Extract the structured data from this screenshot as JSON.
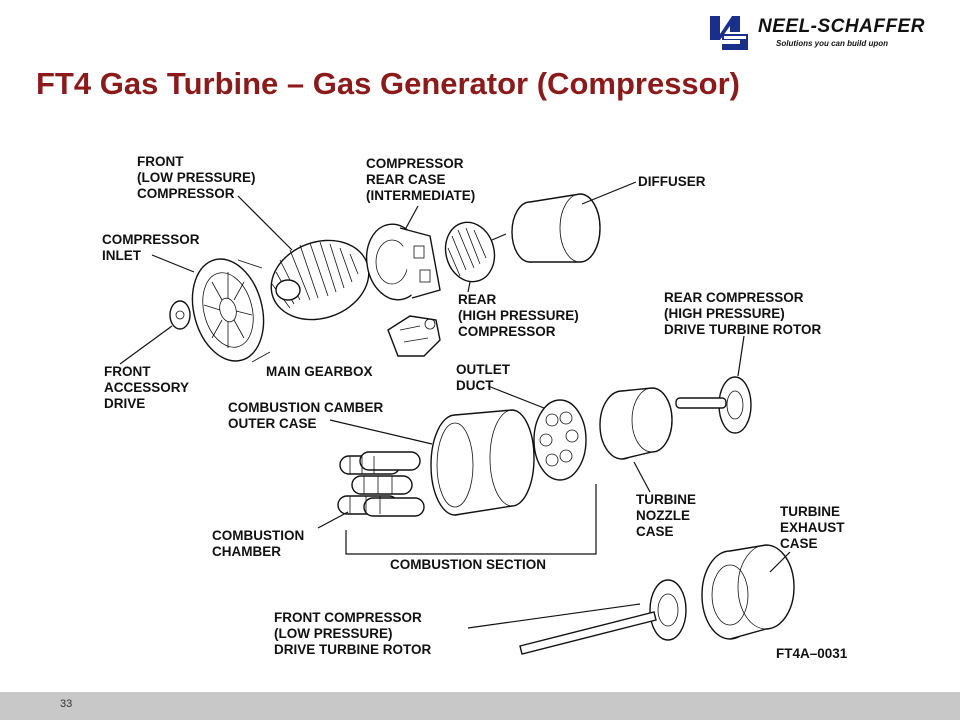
{
  "header": {
    "logo_name": "NEEL-SCHAFFER",
    "logo_tagline": "Solutions you can build upon",
    "title": "FT4 Gas Turbine – Gas Generator (Compressor)"
  },
  "diagram": {
    "labels": {
      "front_lp_compressor": [
        "FRONT",
        "(LOW PRESSURE)",
        "COMPRESSOR"
      ],
      "compressor_rear_case": [
        "COMPRESSOR",
        "REAR CASE",
        "(INTERMEDIATE)"
      ],
      "diffuser": [
        "DIFFUSER"
      ],
      "compressor_inlet": [
        "COMPRESSOR",
        "INLET"
      ],
      "rear_hp_compressor": [
        "REAR",
        "(HIGH PRESSURE)",
        "COMPRESSOR"
      ],
      "rear_drive_turbine_rotor": [
        "REAR COMPRESSOR",
        "(HIGH PRESSURE)",
        "DRIVE TURBINE ROTOR"
      ],
      "front_accessory_drive": [
        "FRONT",
        "ACCESSORY",
        "DRIVE"
      ],
      "main_gearbox": [
        "MAIN GEARBOX"
      ],
      "outlet_duct": [
        "OUTLET",
        "DUCT"
      ],
      "combustion_outer_case": [
        "COMBUSTION CAMBER",
        "OUTER CASE"
      ],
      "combustion_chamber": [
        "COMBUSTION",
        "CHAMBER"
      ],
      "combustion_section": [
        "COMBUSTION SECTION"
      ],
      "turbine_nozzle_case": [
        "TURBINE",
        "NOZZLE",
        "CASE"
      ],
      "turbine_exhaust_case": [
        "TURBINE",
        "EXHAUST",
        "CASE"
      ],
      "front_drive_turbine_rotor": [
        "FRONT COMPRESSOR",
        "(LOW PRESSURE)",
        "DRIVE TURBINE ROTOR"
      ],
      "figure_code": [
        "FT4A–0031"
      ]
    }
  },
  "footer": {
    "page_number": "33"
  }
}
